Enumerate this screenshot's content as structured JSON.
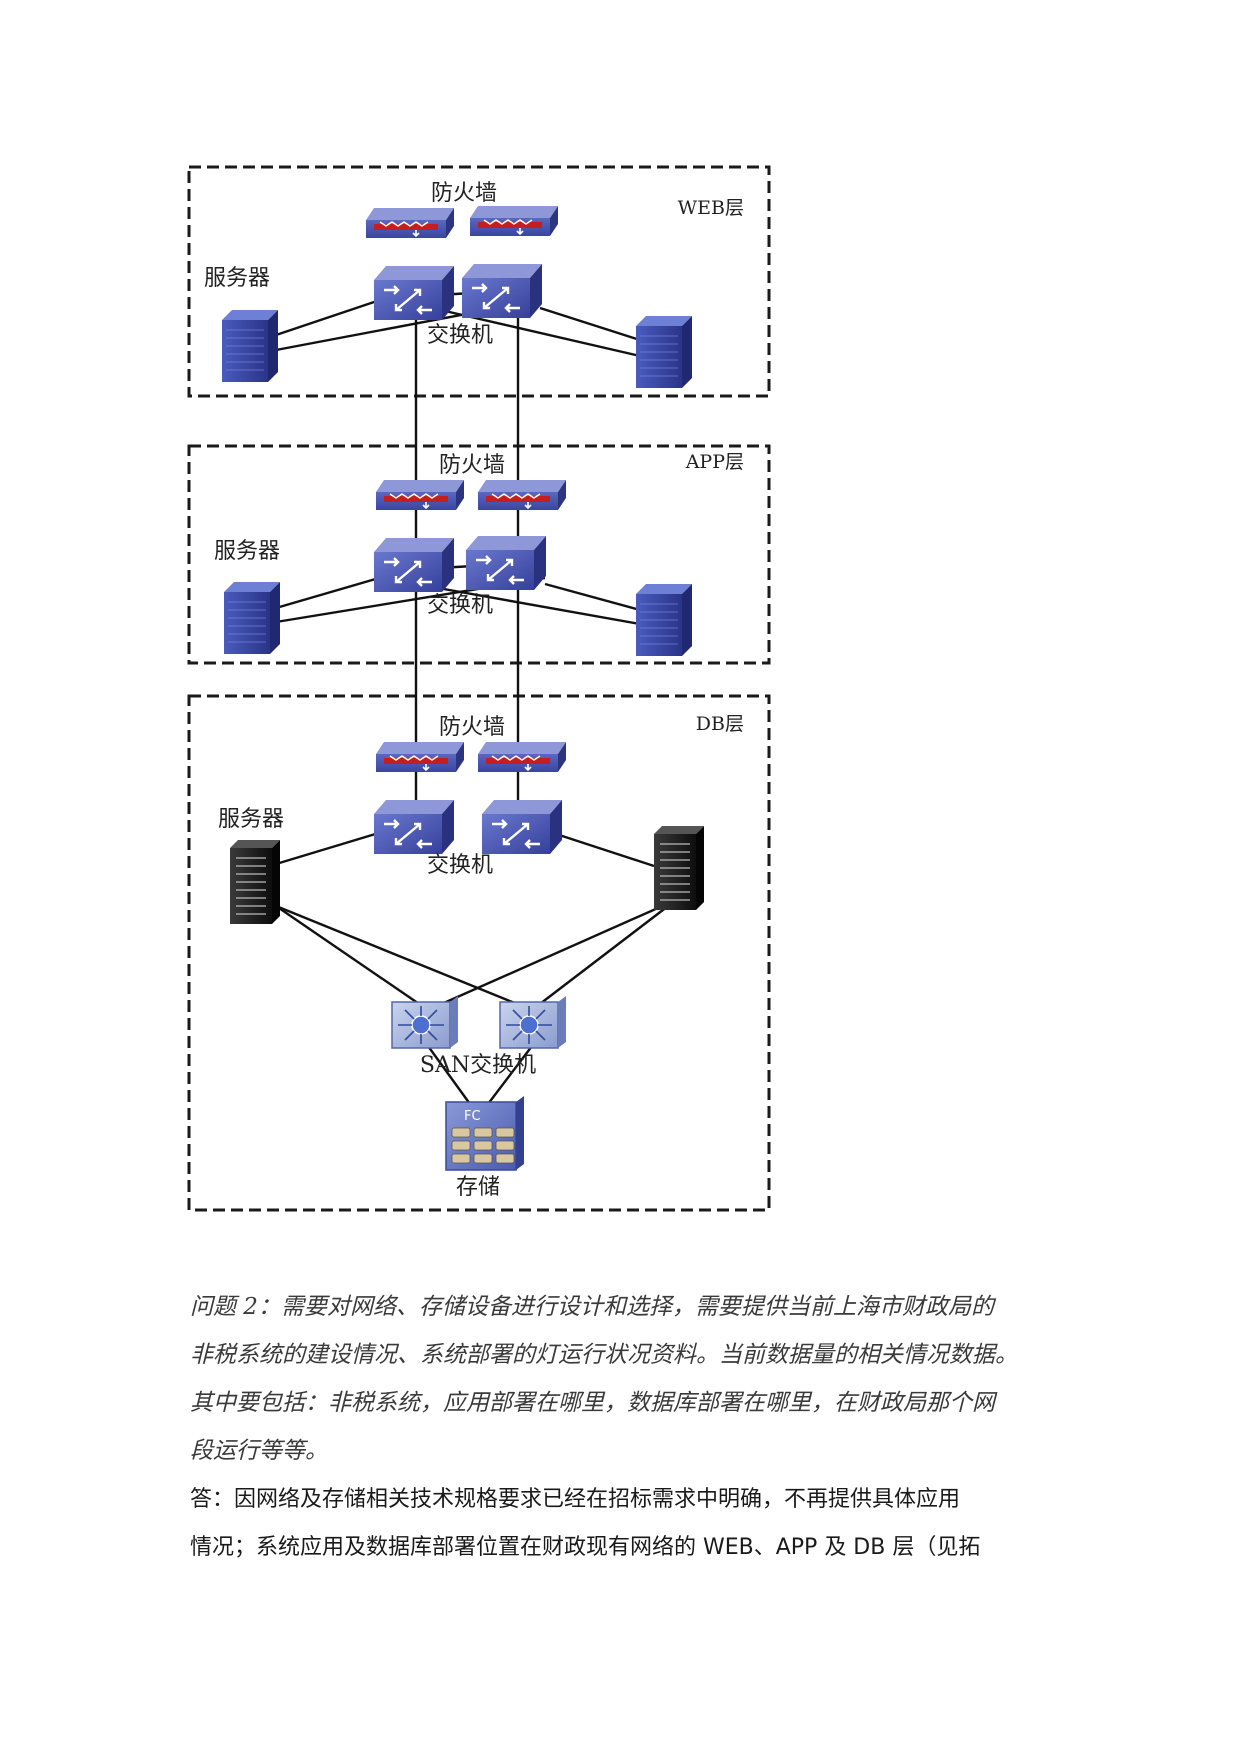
{
  "labels": {
    "firewall": "防火墙",
    "switch": "交换机",
    "servers": "服务器",
    "san_switch": "SAN交换机",
    "storage": "存储",
    "fc": "FC"
  },
  "tiers": [
    {
      "id": "web",
      "name": "WEB层"
    },
    {
      "id": "app",
      "name": "APP层"
    },
    {
      "id": "db",
      "name": "DB层"
    }
  ],
  "qa": {
    "question_lines": [
      "问题 2：需要对网络、存储设备进行设计和选择，需要提供当前上海市财政局的",
      "非税系统的建设情况、系统部署的灯运行状况资料。当前数据量的相关情况数据。",
      "其中要包括：非税系统，应用部署在哪里，数据库部署在哪里，在财政局那个网",
      "段运行等等。"
    ],
    "answer_lines": [
      "答：因网络及存储相关技术规格要求已经在招标需求中明确，不再提供具体应用",
      "情况；系统应用及数据库部署位置在财政现有网络的 WEB、APP 及 DB 层（见拓"
    ]
  }
}
